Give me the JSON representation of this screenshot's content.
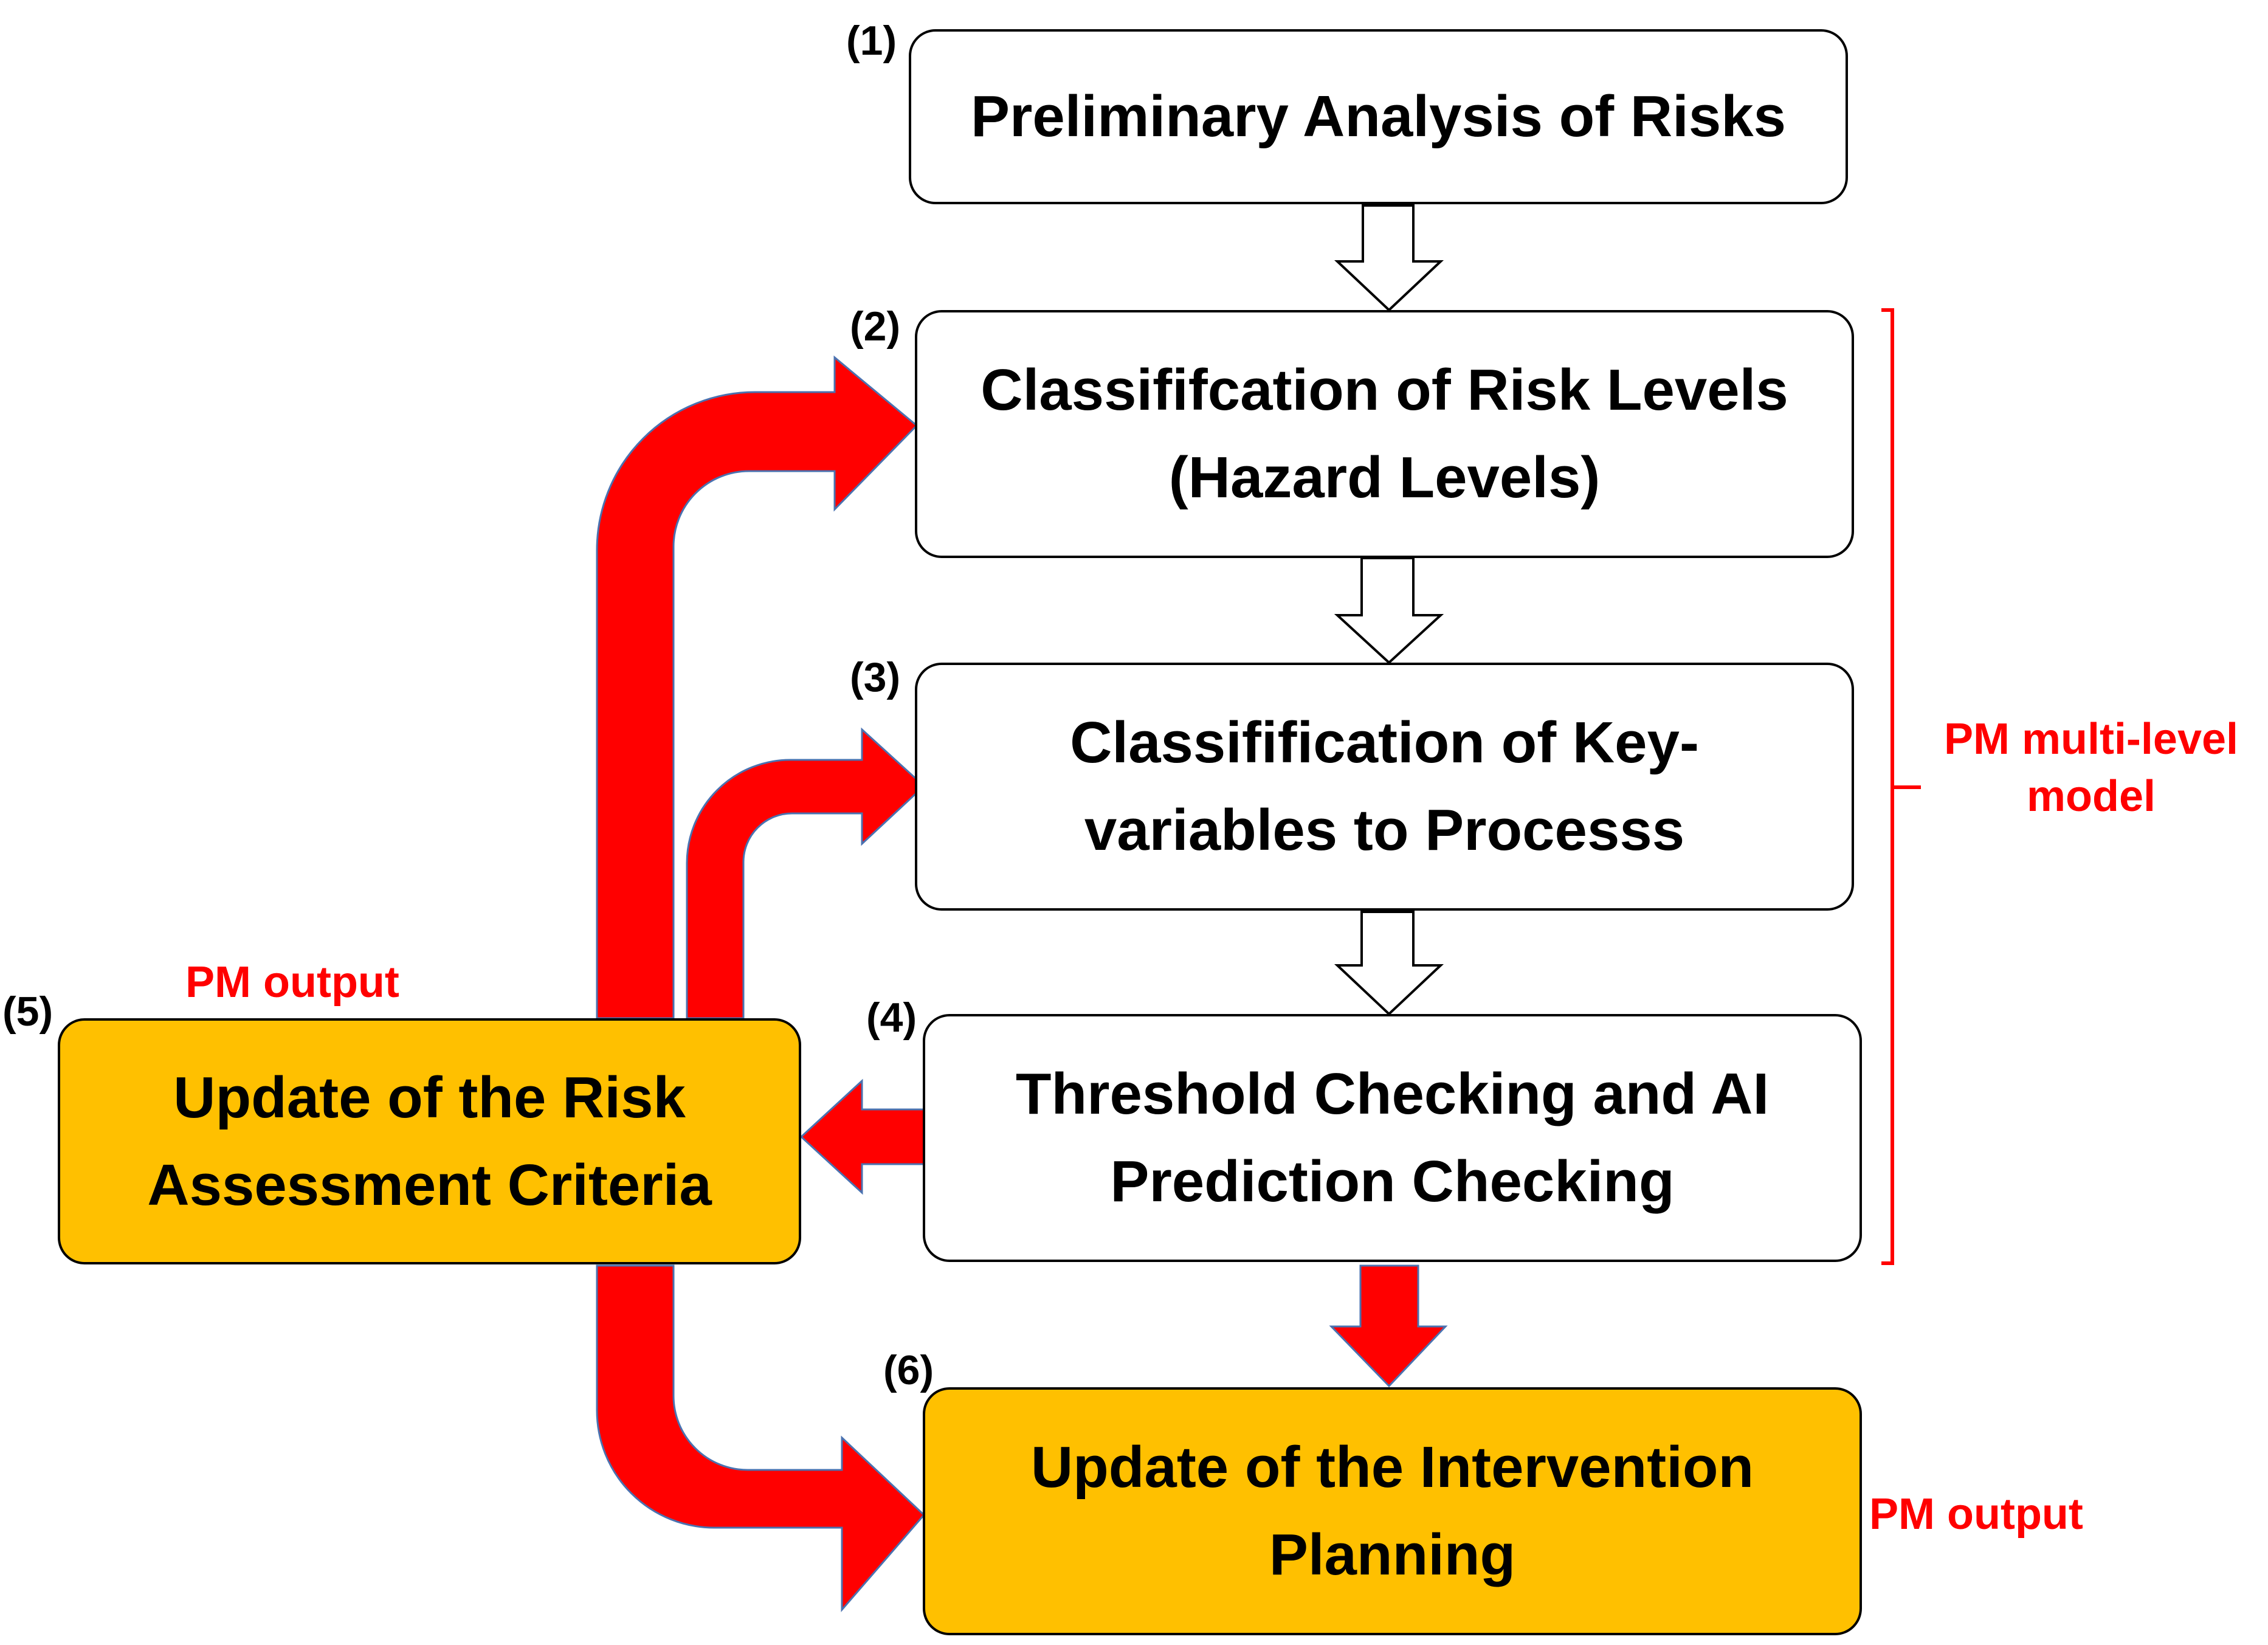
{
  "steps": [
    {
      "num": "(1)",
      "text": "Preliminary Analysis of Risks"
    },
    {
      "num": "(2)",
      "text": "Classififcation of Risk Levels (Hazard Levels)"
    },
    {
      "num": "(3)",
      "text": "Classifification of Key-variables to Processs"
    },
    {
      "num": "(4)",
      "text": "Threshold Checking and AI Prediction Checking"
    },
    {
      "num": "(5)",
      "text": "Update of the Risk Assessment Criteria"
    },
    {
      "num": "(6)",
      "text": "Update of the Intervention Planning"
    }
  ],
  "labels": {
    "pm_output_left": "PM output",
    "pm_output_right": "PM output",
    "pm_multilevel": "PM multi-level model"
  },
  "colors": {
    "red_arrow": "#ff0000",
    "arrow_outline": "#4a72b0",
    "orange_box": "#ffc000",
    "label_red": "#ff0000"
  }
}
